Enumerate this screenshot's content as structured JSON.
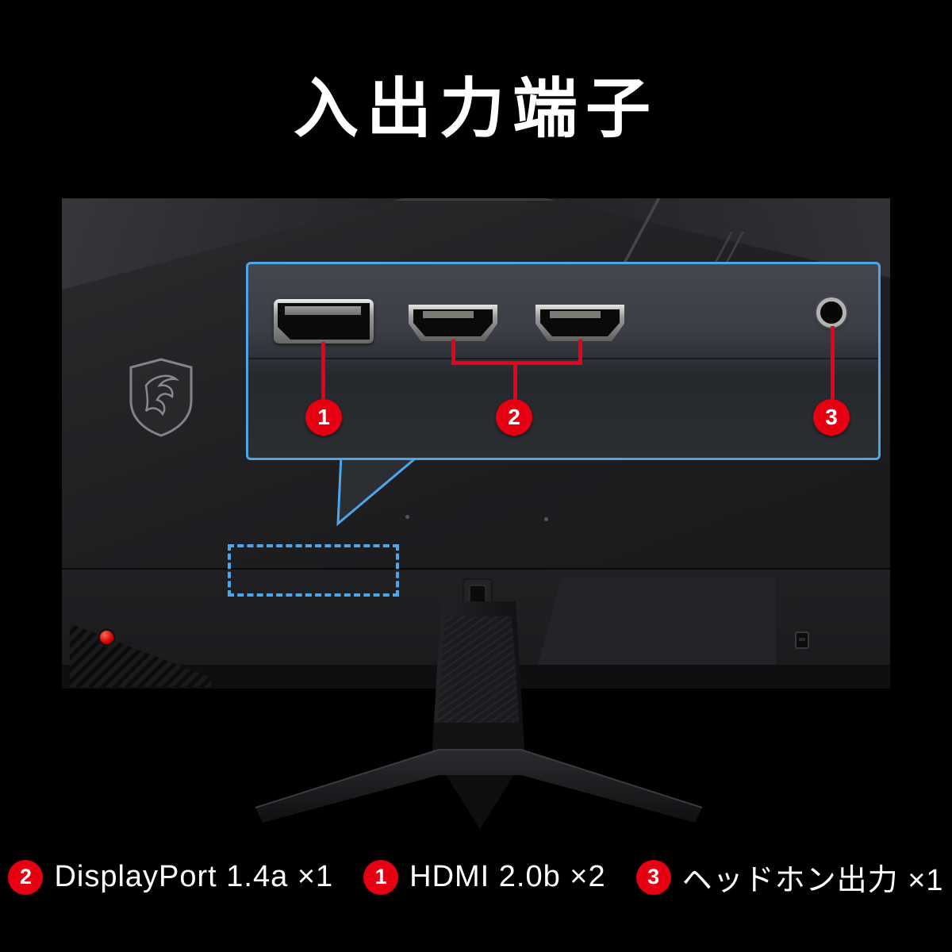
{
  "title": "入出力端子",
  "colors": {
    "background": "#000000",
    "badge_red": "#e60012",
    "callout_blue": "#4da6e8",
    "line_red": "#e8001c"
  },
  "brand": {
    "logo": "MSI dragon shield"
  },
  "callout": {
    "badges": [
      "1",
      "2",
      "3"
    ],
    "ports": [
      {
        "type": "DisplayPort",
        "badge": "1"
      },
      {
        "type": "HDMI",
        "badge": "2"
      },
      {
        "type": "HDMI",
        "badge": "2"
      },
      {
        "type": "Headphone out",
        "badge": "3"
      }
    ]
  },
  "legend": {
    "items": [
      {
        "num": "2",
        "label": "DisplayPort 1.4a ×1"
      },
      {
        "num": "1",
        "label": "HDMI 2.0b ×2"
      },
      {
        "num": "3",
        "label": "ヘッドホン出力 ×1"
      }
    ]
  }
}
